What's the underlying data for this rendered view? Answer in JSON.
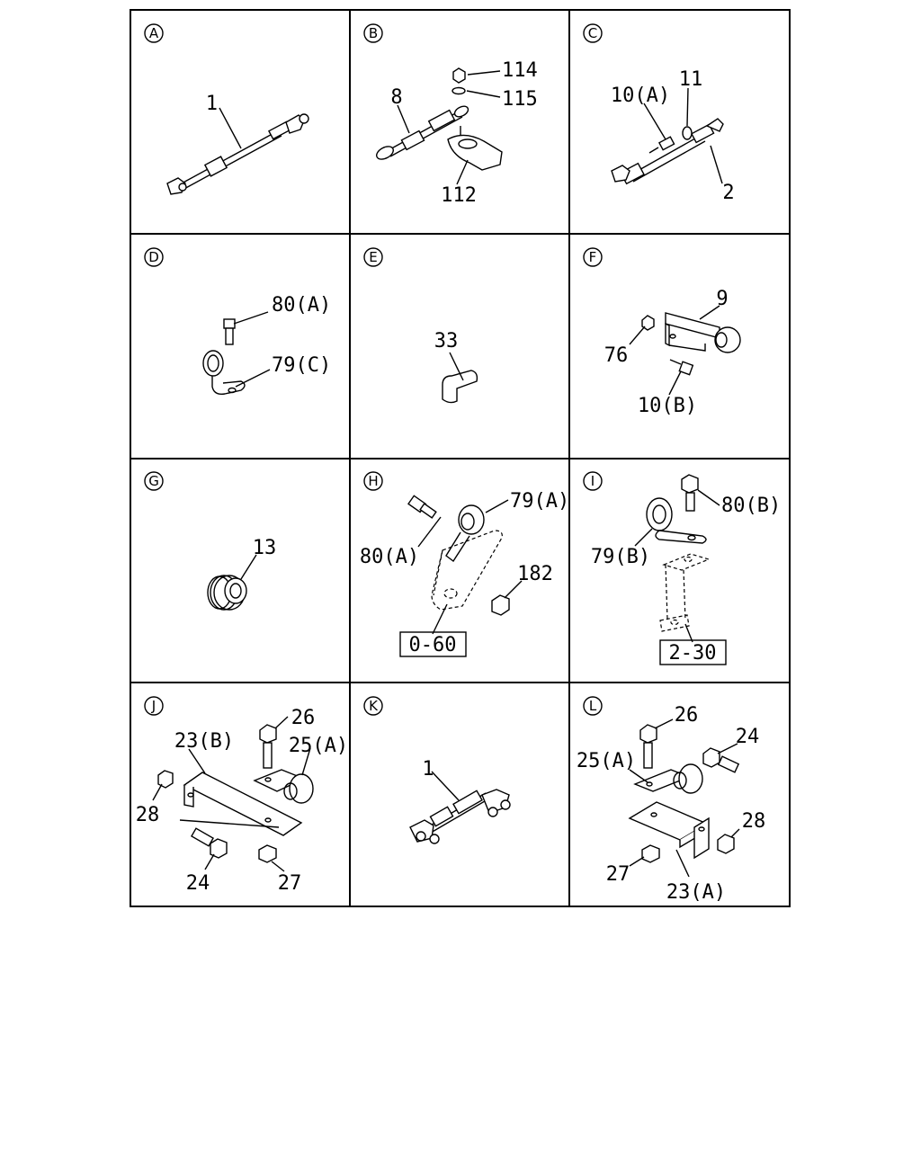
{
  "panels": [
    {
      "letter": "A",
      "labels": [
        "1"
      ]
    },
    {
      "letter": "B",
      "labels": [
        "114",
        "115",
        "8",
        "112"
      ]
    },
    {
      "letter": "C",
      "labels": [
        "10(A)",
        "11",
        "2"
      ]
    },
    {
      "letter": "D",
      "labels": [
        "80(A)",
        "79(C)"
      ]
    },
    {
      "letter": "E",
      "labels": [
        "33"
      ]
    },
    {
      "letter": "F",
      "labels": [
        "9",
        "76",
        "10(B)"
      ]
    },
    {
      "letter": "G",
      "labels": [
        "13"
      ]
    },
    {
      "letter": "H",
      "labels": [
        "79(A)",
        "80(A)",
        "182"
      ],
      "ref": "0-60"
    },
    {
      "letter": "I",
      "labels": [
        "80(B)",
        "79(B)"
      ],
      "ref": "2-30"
    },
    {
      "letter": "J",
      "labels": [
        "26",
        "23(B)",
        "25(A)",
        "28",
        "24",
        "27"
      ]
    },
    {
      "letter": "K",
      "labels": [
        "1"
      ]
    },
    {
      "letter": "L",
      "labels": [
        "26",
        "24",
        "25(A)",
        "28",
        "27",
        "23(A)"
      ]
    }
  ]
}
